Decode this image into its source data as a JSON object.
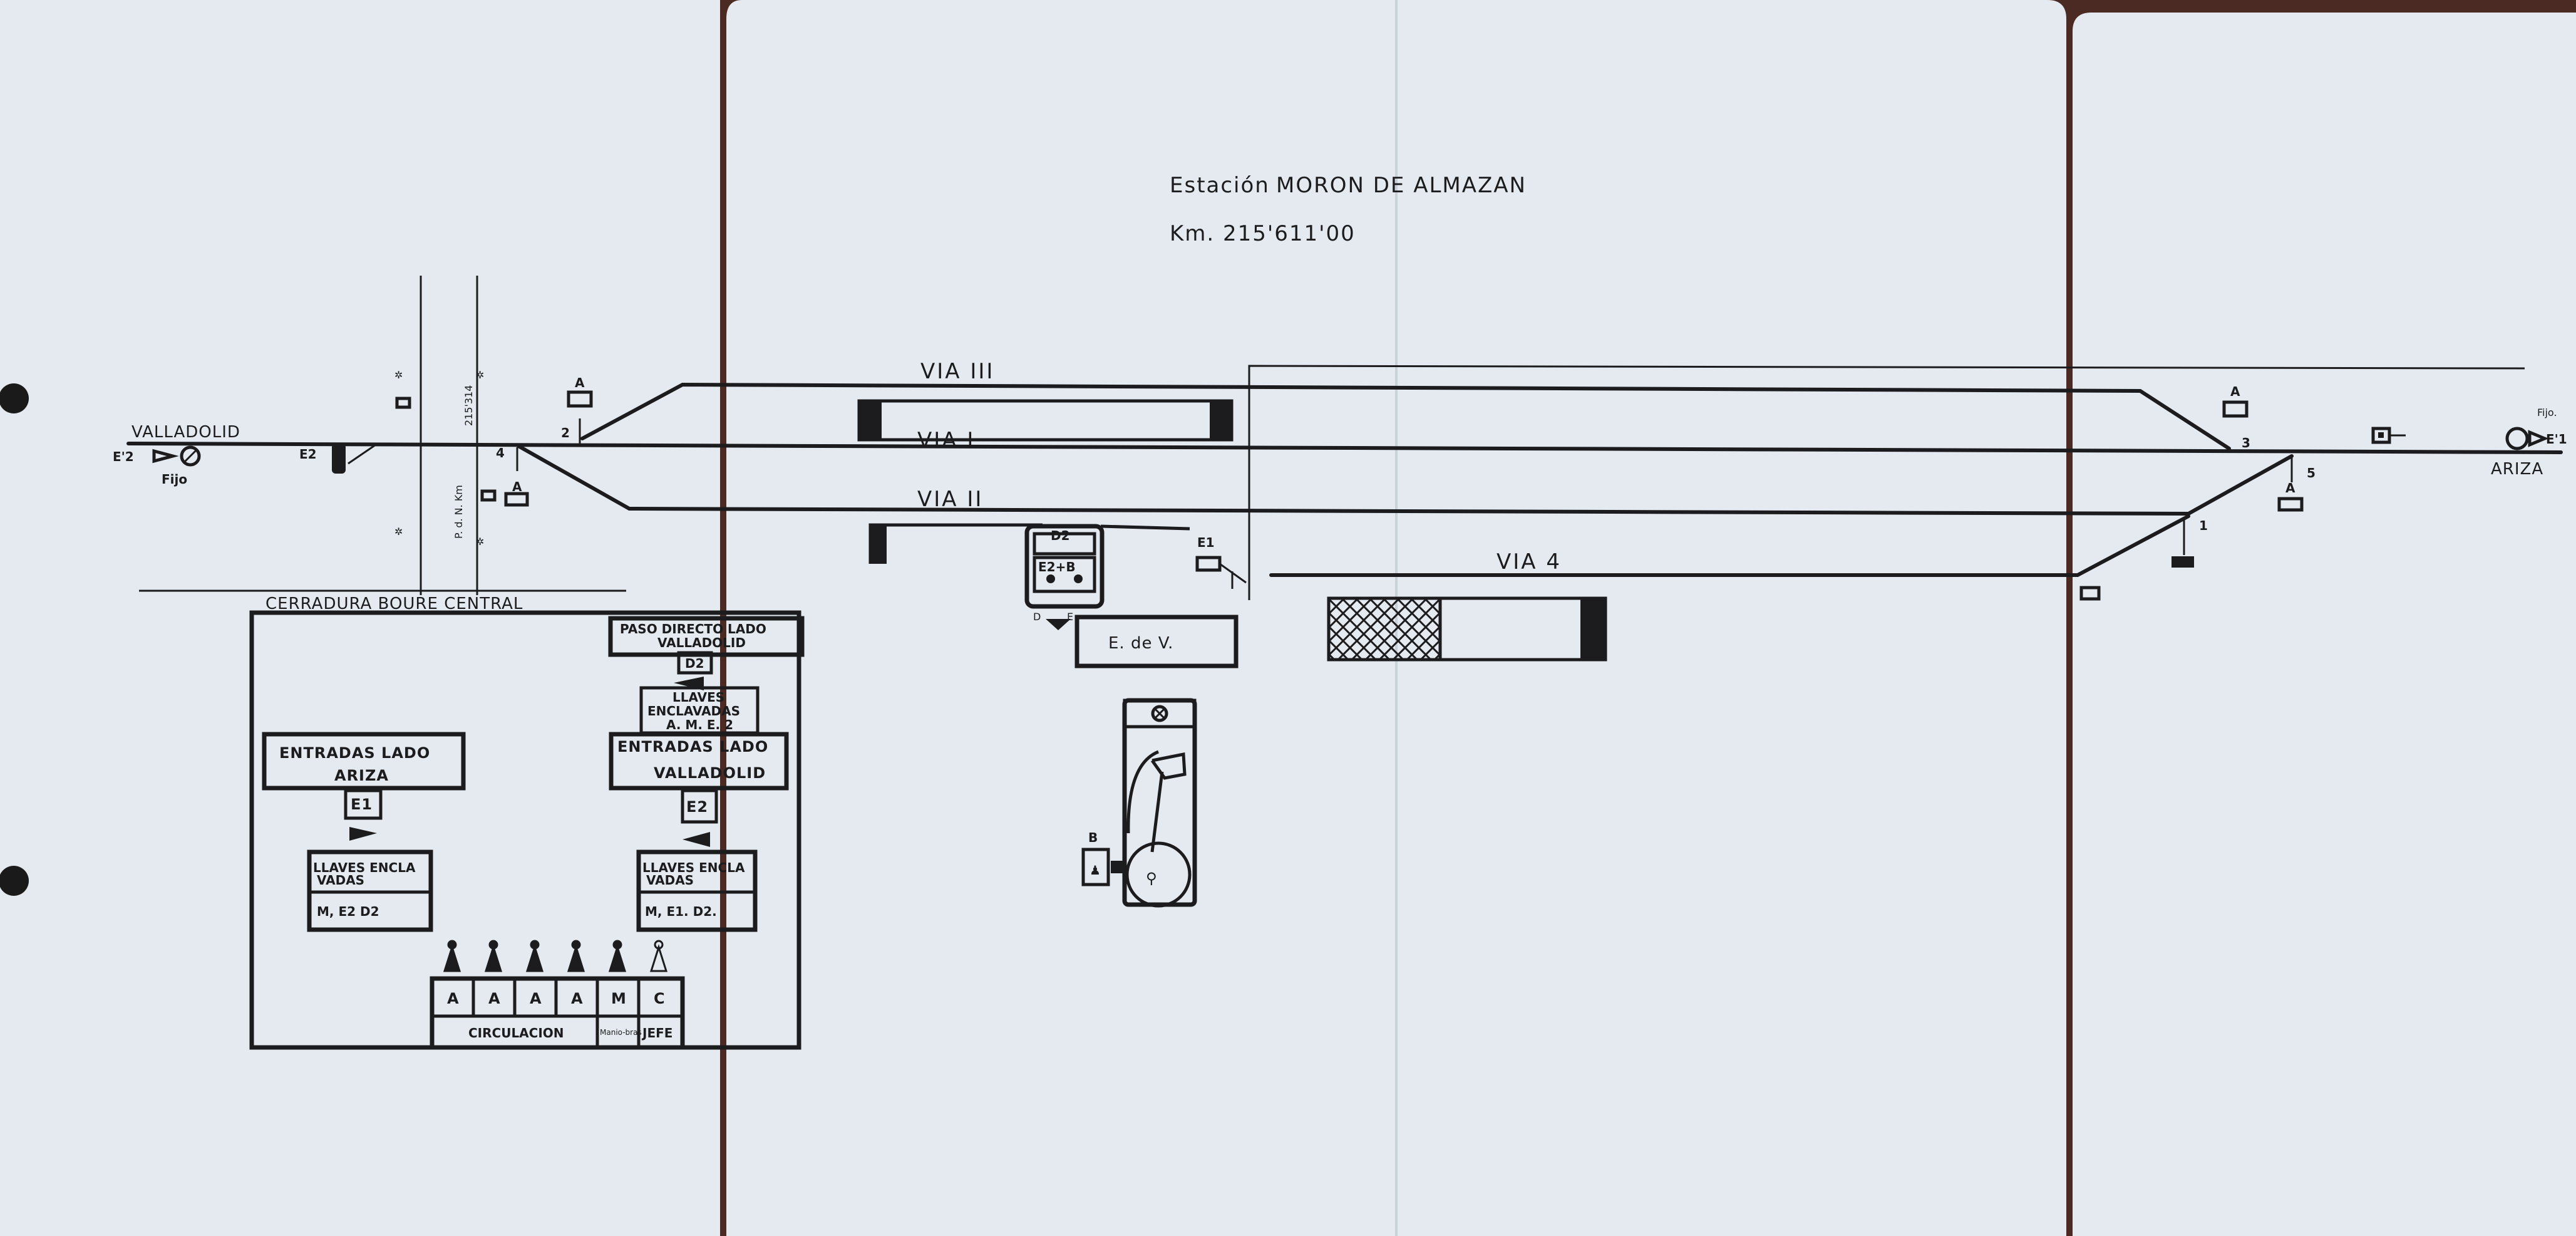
{
  "title": {
    "station_prefix": "Estación",
    "station_name": "MORON DE ALMAZAN",
    "km": "Km. 215'611'00"
  },
  "tracks": {
    "via_3": "VIA III",
    "via_1": "VIA I",
    "via_2": "VIA II",
    "via_4": "VIA 4"
  },
  "directions": {
    "west": "VALLADOLID",
    "east": "ARIZA"
  },
  "signals": {
    "e2_prime": "E'2",
    "e2": "E2",
    "fijo_left": "Fijo",
    "fijo_right": "Fijo.",
    "e1_prime": "E'1",
    "e1": "E1"
  },
  "crossing": {
    "pk_label": "P. d. N. Km",
    "pk_value": "215'314"
  },
  "switch_numbers": [
    "1",
    "2",
    "3",
    "4",
    "5"
  ],
  "markers": {
    "a": "A",
    "b": "B"
  },
  "cabin": {
    "top": "D2",
    "bottom": "E2+B",
    "left_tag": "D",
    "right_tag": "E"
  },
  "ev_label": "E. de V.",
  "interlock": {
    "header": "CERRADURA BOURE CENTRAL",
    "paso_directo_l1": "PASO DIRECTO LADO",
    "paso_directo_l2": "VALLADOLID",
    "d2": "D2",
    "llaves_top_l1": "LLAVES",
    "llaves_top_l2": "ENCLAVADAS",
    "llaves_top_l3": "A. M. E. 2",
    "entradas_ariza_l1": "ENTRADAS LADO",
    "entradas_ariza_l2": "ARIZA",
    "e1": "E1",
    "entradas_vall_l1": "ENTRADAS LADO",
    "entradas_vall_l2": "VALLADOLID",
    "e2": "E2",
    "llaves_left_l1": "LLAVES ENCLA",
    "llaves_left_l2": "VADAS",
    "llaves_left_l3": "M, E2   D2",
    "llaves_right_l1": "LLAVES ENCLA",
    "llaves_right_l2": "VADAS",
    "llaves_right_l3": "M, E1. D2.",
    "key_cells": [
      "A",
      "A",
      "A",
      "A",
      "M",
      "C"
    ],
    "circulacion": "CIRCULACION",
    "maniobras": "Manio-bras",
    "jefe": "JEFE"
  },
  "lever_frame": {
    "b": "B"
  },
  "colors": {
    "paper": "#e4eaef",
    "ink": "#1c1c1e",
    "background": "#4a2a22"
  }
}
